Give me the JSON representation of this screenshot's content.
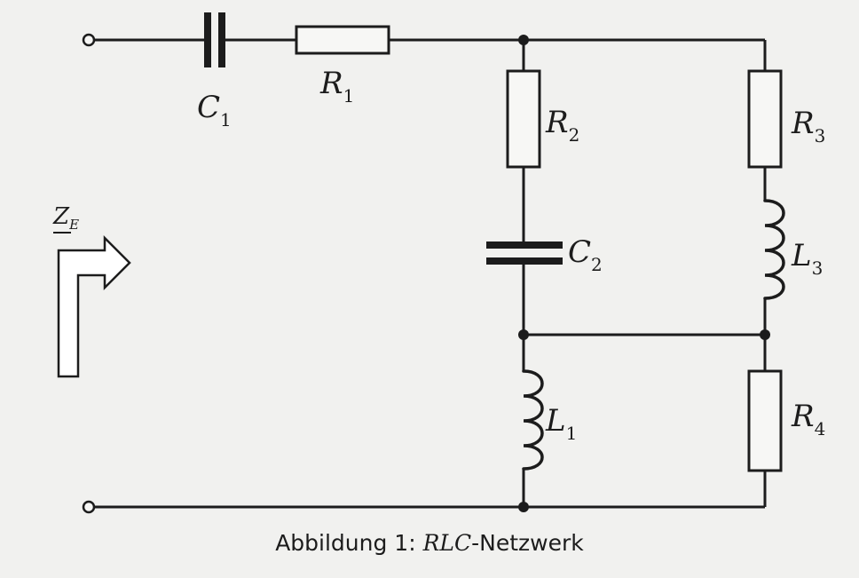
{
  "diagram": {
    "components": [
      {
        "id": "C1",
        "kind": "capacitor",
        "symbol": "C",
        "sub": "1"
      },
      {
        "id": "R1",
        "kind": "resistor",
        "symbol": "R",
        "sub": "1"
      },
      {
        "id": "R2",
        "kind": "resistor",
        "symbol": "R",
        "sub": "2"
      },
      {
        "id": "C2",
        "kind": "capacitor",
        "symbol": "C",
        "sub": "2"
      },
      {
        "id": "L1",
        "kind": "inductor",
        "symbol": "L",
        "sub": "1"
      },
      {
        "id": "R3",
        "kind": "resistor",
        "symbol": "R",
        "sub": "3"
      },
      {
        "id": "L3",
        "kind": "inductor",
        "symbol": "L",
        "sub": "3"
      },
      {
        "id": "R4",
        "kind": "resistor",
        "symbol": "R",
        "sub": "4"
      }
    ],
    "impedance": {
      "symbol": "Z",
      "sub": "E"
    },
    "caption": {
      "prefix": "Abbildung 1: ",
      "emph": "RLC",
      "suffix": "-Netzwerk"
    }
  }
}
